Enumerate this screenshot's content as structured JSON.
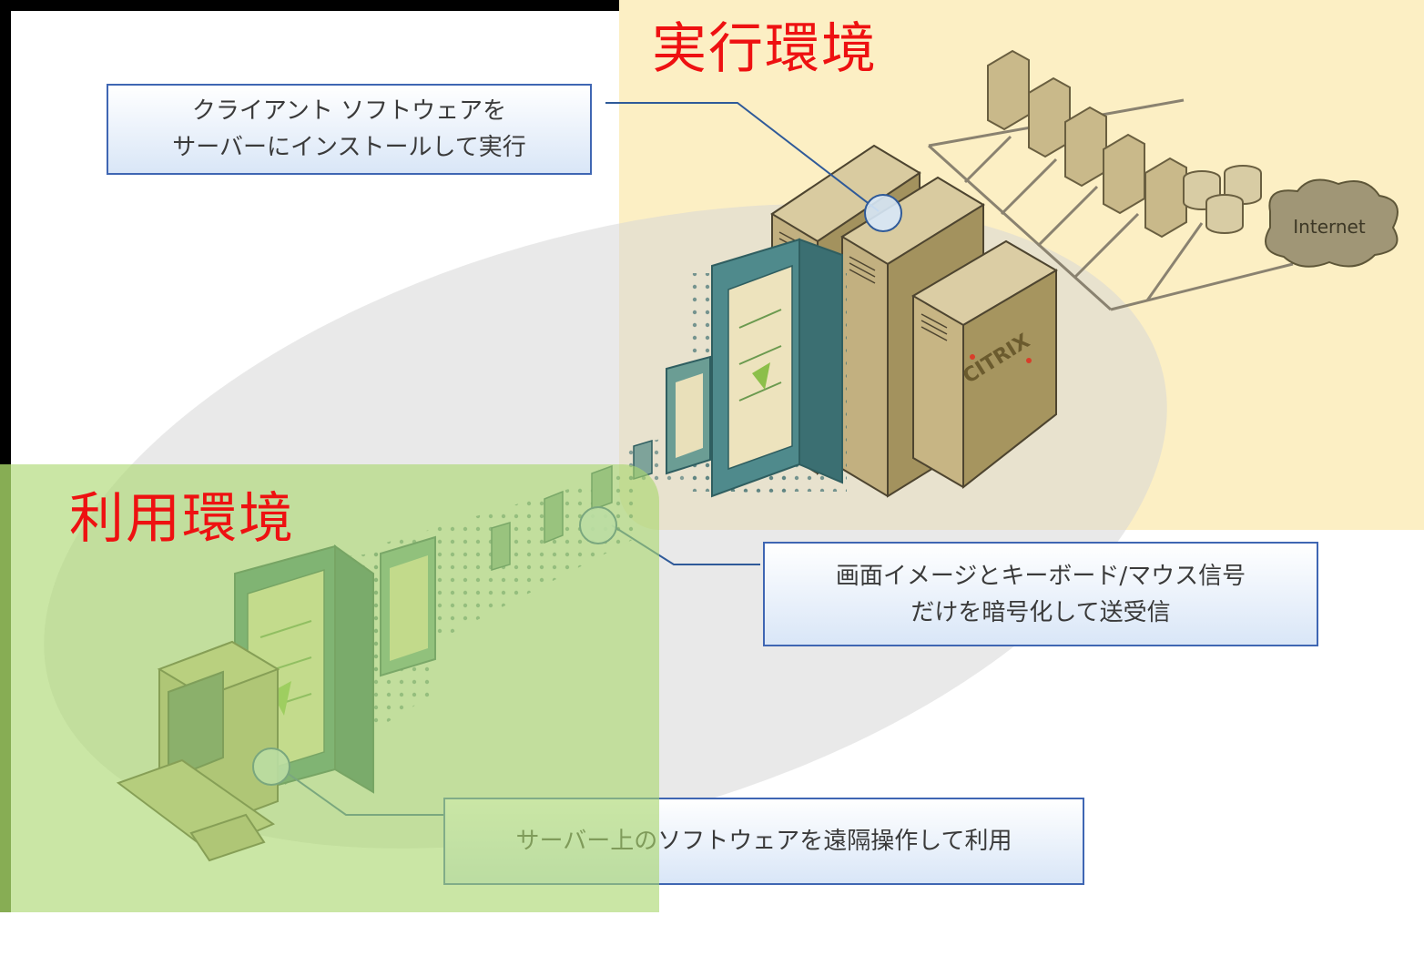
{
  "titles": {
    "execution_env": "実行環境",
    "usage_env": "利用環境"
  },
  "callouts": {
    "server_install": {
      "line1": "クライアント ソフトウェアを",
      "line2": "サーバーにインストールして実行"
    },
    "encrypted_signals": {
      "line1": "画面イメージとキーボード/マウス信号",
      "line2": "だけを暗号化して送受信"
    },
    "remote_operation": {
      "line1": "サーバー上のソフトウェアを遠隔操作して利用"
    }
  },
  "illustration": {
    "cloud_label": "Internet",
    "server_brand": "CITRIX"
  },
  "colors": {
    "title_red": "#ee1111",
    "execution_bg": "#fcefc4",
    "usage_bg": "#aad66e",
    "callout_border": "#3f66b3"
  }
}
